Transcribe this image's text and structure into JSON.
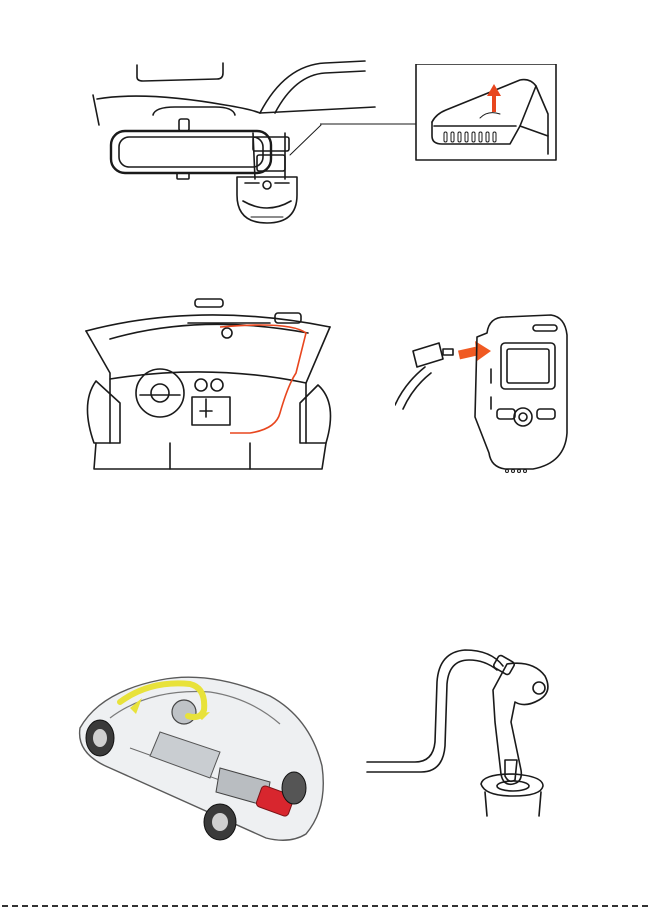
{
  "colors": {
    "line": "#1a1a1a",
    "cable_route": "#e8461e",
    "arrow": "#e8461e",
    "usb_arrow": "#f05a22",
    "route_highlight": "#e8e23a",
    "engine_red": "#d8262e"
  },
  "illustrations": [
    {
      "name": "windshield-mirror-mount",
      "icon": "dashcam-behind-mirror"
    },
    {
      "name": "mount-release-detail",
      "icon": "arrow-up-icon"
    },
    {
      "name": "cable-routing-interior",
      "icon": "cable-route"
    },
    {
      "name": "usb-plug-into-dashcam",
      "icon": "arrow-right-icon"
    },
    {
      "name": "hardwire-route-car",
      "icon": "car-xray"
    },
    {
      "name": "car-charger-cable",
      "icon": "charger-plug"
    }
  ]
}
